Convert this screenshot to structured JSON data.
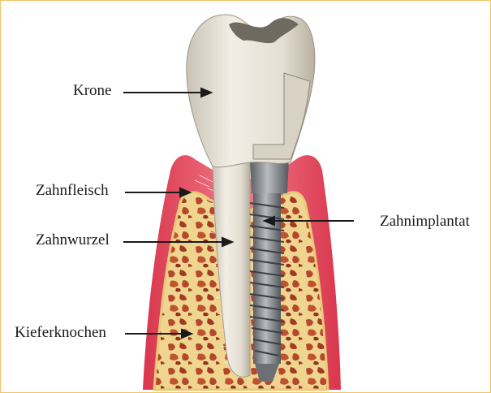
{
  "labels": {
    "krone": "Krone",
    "zahnfleisch": "Zahnfleisch",
    "zahnwurzel": "Zahnwurzel",
    "kieferknochen": "Kieferknochen",
    "zahnimplantat": "Zahnimplantat"
  },
  "colors": {
    "frame": "#f3c26b",
    "gum": "#e1465a",
    "gum_light": "#f07a86",
    "bone": "#efd58f",
    "bone_pores": "#b4472c",
    "tooth": "#e8e3d8",
    "implant": "#8b8f94"
  }
}
